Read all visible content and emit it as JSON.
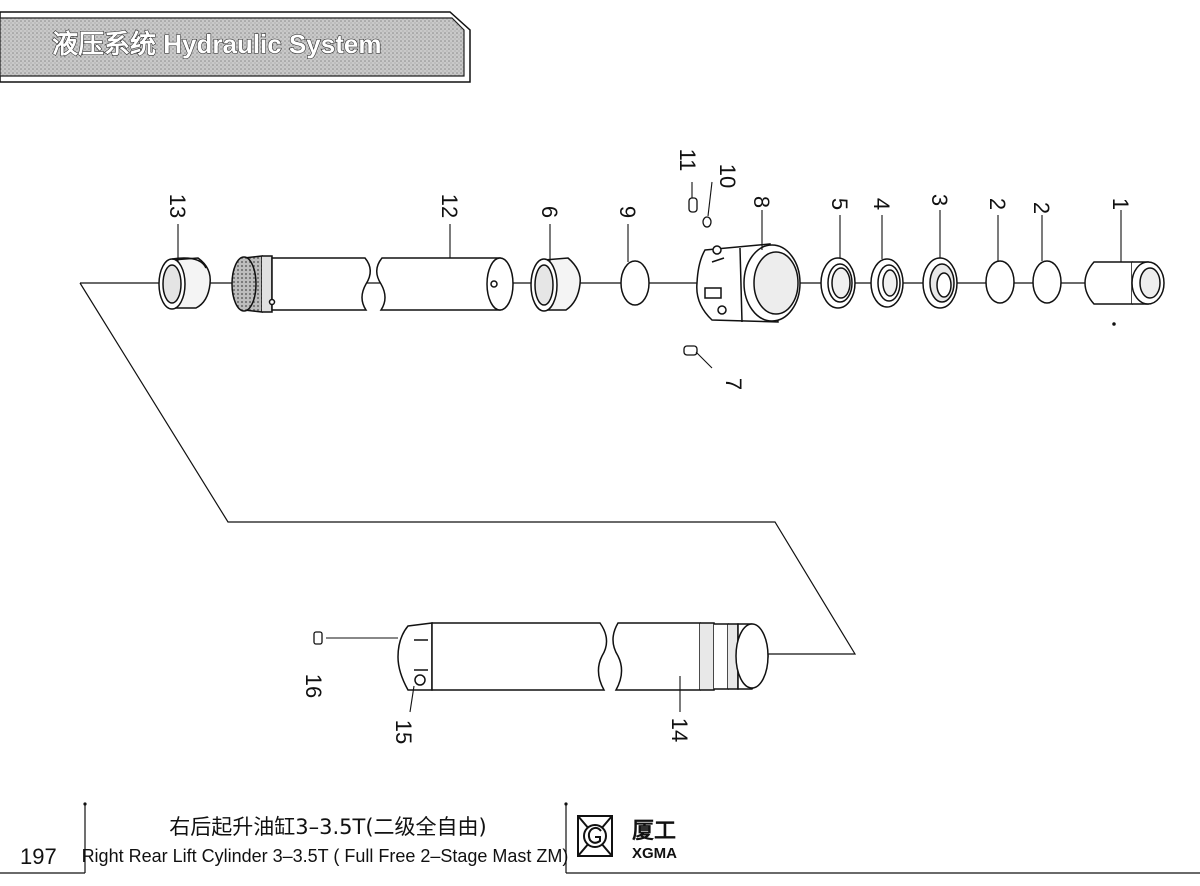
{
  "header": {
    "title": "液压系统  Hydraulic System"
  },
  "callouts": {
    "p1": "1",
    "p2a": "2",
    "p2b": "2",
    "p3": "3",
    "p4": "4",
    "p5": "5",
    "p6": "6",
    "p7": "7",
    "p8": "8",
    "p9": "9",
    "p10": "10",
    "p11": "11",
    "p12": "12",
    "p13": "13",
    "p14": "14",
    "p15": "15",
    "p16": "16"
  },
  "footer": {
    "page_number": "197",
    "title_cn": "右后起升油缸3–3.5T(二级全自由)",
    "title_en": "Right Rear Lift Cylinder 3–3.5T ( Full Free 2–Stage Mast ZM)"
  },
  "brand": {
    "name_cn": "厦工",
    "name_en": "XGMA"
  }
}
